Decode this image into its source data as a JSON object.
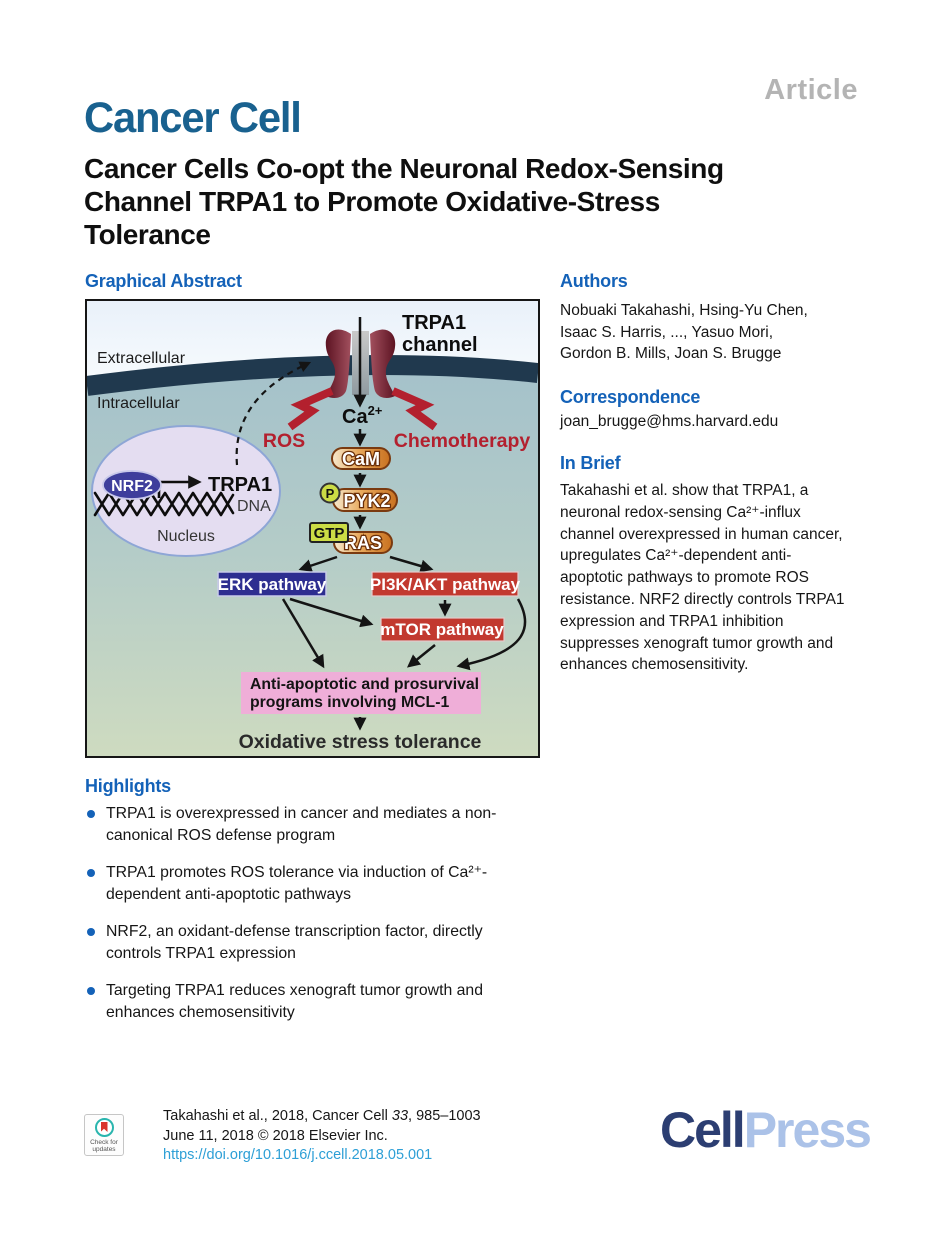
{
  "header": {
    "article_label": "Article",
    "journal_logo": "Cancer Cell"
  },
  "title_lines": [
    "Cancer Cells Co-opt the Neuronal Redox-Sensing",
    "Channel TRPA1 to Promote Oxidative-Stress",
    "Tolerance"
  ],
  "graphical_abstract": {
    "heading": "Graphical Abstract"
  },
  "authors": {
    "heading": "Authors",
    "lines": [
      "Nobuaki Takahashi, Hsing-Yu Chen,",
      "Isaac S. Harris, ..., Yasuo Mori,",
      "Gordon B. Mills, Joan S. Brugge"
    ]
  },
  "correspondence": {
    "heading": "Correspondence",
    "email": "joan_brugge@hms.harvard.edu"
  },
  "in_brief": {
    "heading": "In Brief",
    "lines": [
      "Takahashi et al. show that TRPA1, a",
      "neuronal redox-sensing Ca²⁺-influx",
      "channel overexpressed in human cancer,",
      "upregulates Ca²⁺-dependent anti-",
      "apoptotic pathways to promote ROS",
      "resistance. NRF2 directly controls TRPA1",
      "expression and TRPA1 inhibition",
      "suppresses xenograft tumor growth and",
      "enhances chemosensitivity."
    ]
  },
  "highlights": {
    "heading": "Highlights",
    "items": [
      {
        "lines": [
          "TRPA1 is overexpressed in cancer and mediates a non-",
          "canonical ROS defense program"
        ]
      },
      {
        "lines": [
          "TRPA1 promotes ROS tolerance via induction of Ca²⁺-",
          "dependent anti-apoptotic pathways"
        ]
      },
      {
        "lines": [
          "NRF2, an oxidant-defense transcription factor, directly",
          "controls TRPA1 expression"
        ]
      },
      {
        "lines": [
          "Targeting TRPA1 reduces xenograft tumor growth and",
          "enhances chemosensitivity"
        ]
      }
    ]
  },
  "figure": {
    "extracellular": "Extracellular",
    "intracellular": "Intracellular",
    "channel_line1": "TRPA1",
    "channel_line2": "channel",
    "ca": "Ca",
    "ca_sup": "2+",
    "ros": "ROS",
    "chemotherapy": "Chemotherapy",
    "cam": "CaM",
    "p": "P",
    "pyk2": "PYK2",
    "gtp": "GTP",
    "ras": "RAS",
    "erk": "ERK pathway",
    "pi3k": "PI3K/AKT pathway",
    "mtor": "mTOR pathway",
    "anti_line1": "Anti-apoptotic and prosurvival",
    "anti_line2": "programs involving MCL-1",
    "oxidative": "Oxidative stress tolerance",
    "nrf2": "NRF2",
    "trpa1_gene": "TRPA1",
    "dna": "DNA",
    "nucleus": "Nucleus"
  },
  "footer": {
    "citation_pre": "Takahashi et al., 2018, Cancer Cell ",
    "citation_volume": "33",
    "citation_post": ", 985–1003",
    "date_line": "June 11, 2018 © 2018 Elsevier Inc.",
    "doi": "https://doi.org/10.1016/j.ccell.2018.05.001",
    "badge_line1": "Check for",
    "badge_line2": "updates",
    "cellpress_cell": "Cell",
    "cellpress_press": "Press"
  },
  "colors": {
    "heading_blue": "#1462b8",
    "journal_logo_blue": "#19618f",
    "article_gray": "#b4b4b4",
    "doi_blue": "#2d9fd6",
    "cellpress_navy": "#2c3e72",
    "cellpress_light_blue": "#abc2e8",
    "figure": {
      "membrane_navy": "#20394e",
      "extracellular_blue": "#dde9f6",
      "cytoplasm_teal": "#abc8d2",
      "cytoplasm_green": "#cedbc0",
      "nucleus_lavender": "#e4ddf1",
      "nrf2_blue": "#3e3e9c",
      "channel_maroon": "#7c2533",
      "bolt_red": "#b3202e",
      "pill_orange": "#d8832f",
      "tag_yellow_green": "#ccdc45",
      "erk_navy": "#2d2e90",
      "pathway_red": "#c2392f",
      "mcl1_pink": "#efaed8"
    }
  }
}
